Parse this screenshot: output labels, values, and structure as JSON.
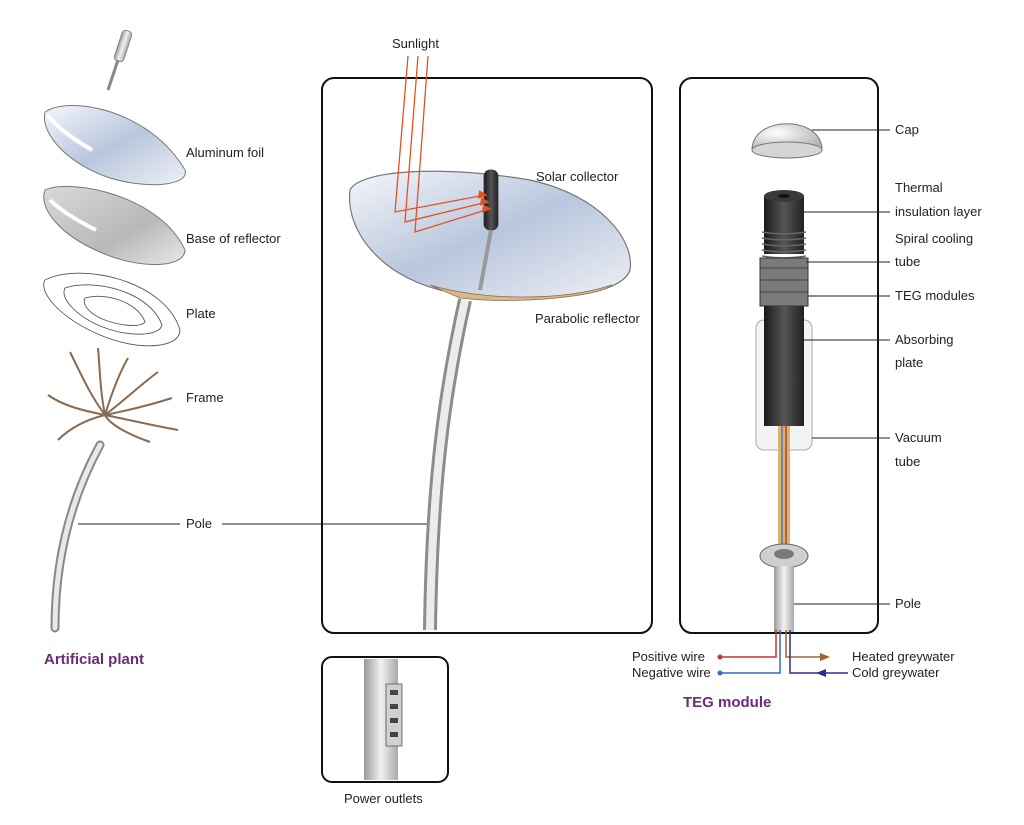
{
  "titles": {
    "artificial_plant": "Artificial plant",
    "teg_module": "TEG module",
    "power_outlets": "Power outlets"
  },
  "plant_parts": {
    "aluminum_foil": "Aluminum foil",
    "base_of_reflector": "Base of reflector",
    "plate": "Plate",
    "frame": "Frame",
    "pole": "Pole"
  },
  "center": {
    "sunlight": "Sunlight",
    "solar_collector": "Solar collector",
    "parabolic_reflector": "Parabolic reflector"
  },
  "teg": {
    "cap": "Cap",
    "thermal_1": "Thermal",
    "thermal_2": "insulation layer",
    "spiral_1": "Spiral cooling",
    "spiral_2": "tube",
    "teg_modules": "TEG modules",
    "absorbing_1": "Absorbing",
    "absorbing_2": "plate",
    "vacuum_1": "Vacuum",
    "vacuum_2": "tube",
    "pole": "Pole",
    "positive_wire": "Positive wire",
    "negative_wire": "Negative wire",
    "heated_greywater": "Heated greywater",
    "cold_greywater": "Cold greywater"
  },
  "colors": {
    "title": "#6b2a7a",
    "sunlight_ray": "#e2521f",
    "positive_wire": "#c0392b",
    "negative_wire": "#2e6fc2",
    "heated_greywater": "#a0632b",
    "cold_greywater": "#2c2f8a"
  }
}
